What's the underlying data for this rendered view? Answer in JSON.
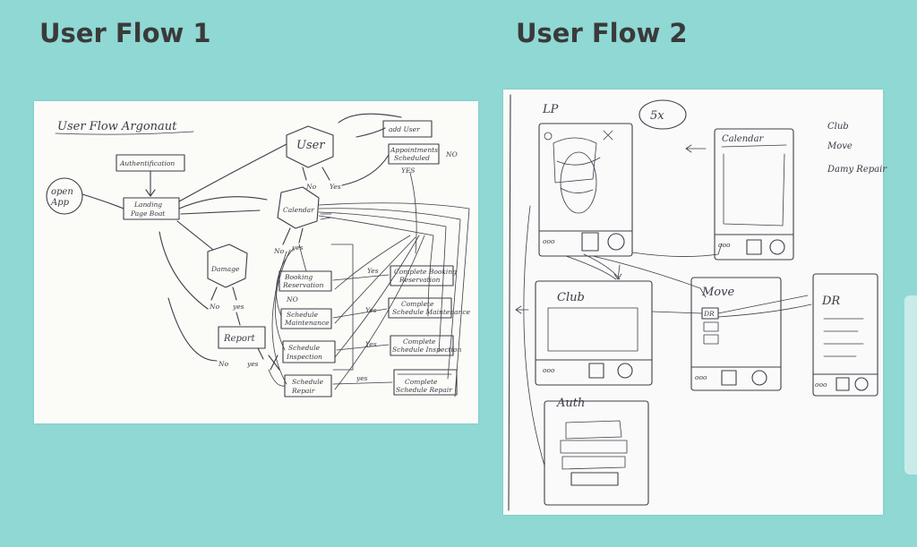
{
  "headings": {
    "flow1": "User Flow 1",
    "flow2": "User Flow 2"
  },
  "sketch1": {
    "title": "User Flow Argonaut",
    "open_app": [
      "open",
      "App"
    ],
    "authentification": "Authentification",
    "landing": [
      "Landing",
      "Page Boat"
    ],
    "user": "User",
    "add_user": "add User",
    "appointments": [
      "Appointments",
      "Scheduled"
    ],
    "calendar": "Calendar",
    "damage": "Damage",
    "report": "Report",
    "booking": [
      "Booking",
      "Reservation"
    ],
    "sched_maint": [
      "Schedule",
      "Maintenance"
    ],
    "sched_insp": [
      "Schedule",
      "Inspection"
    ],
    "sched_repair": [
      "Schedule",
      "Repair"
    ],
    "complete_booking": [
      "Complete Booking",
      "Reservation"
    ],
    "complete_maint": [
      "Complete",
      "Schedule Maintenance"
    ],
    "complete_insp": [
      "Complete",
      "Schedule Inspection"
    ],
    "complete_repair": [
      "Complete",
      "Schedule Repair"
    ],
    "no": "No",
    "yes": "Yes",
    "yes_lower": "yes",
    "no_upper": "NO",
    "no_upper2": "NO",
    "yes_upper": "YES"
  },
  "sketch2": {
    "lp": "LP",
    "five_x": "5x",
    "calendar": "Calendar",
    "club": "Club",
    "move": "Move",
    "dr": "DR",
    "auth": "Auth",
    "list": [
      "Club",
      "Move",
      "Damy Repair"
    ]
  }
}
